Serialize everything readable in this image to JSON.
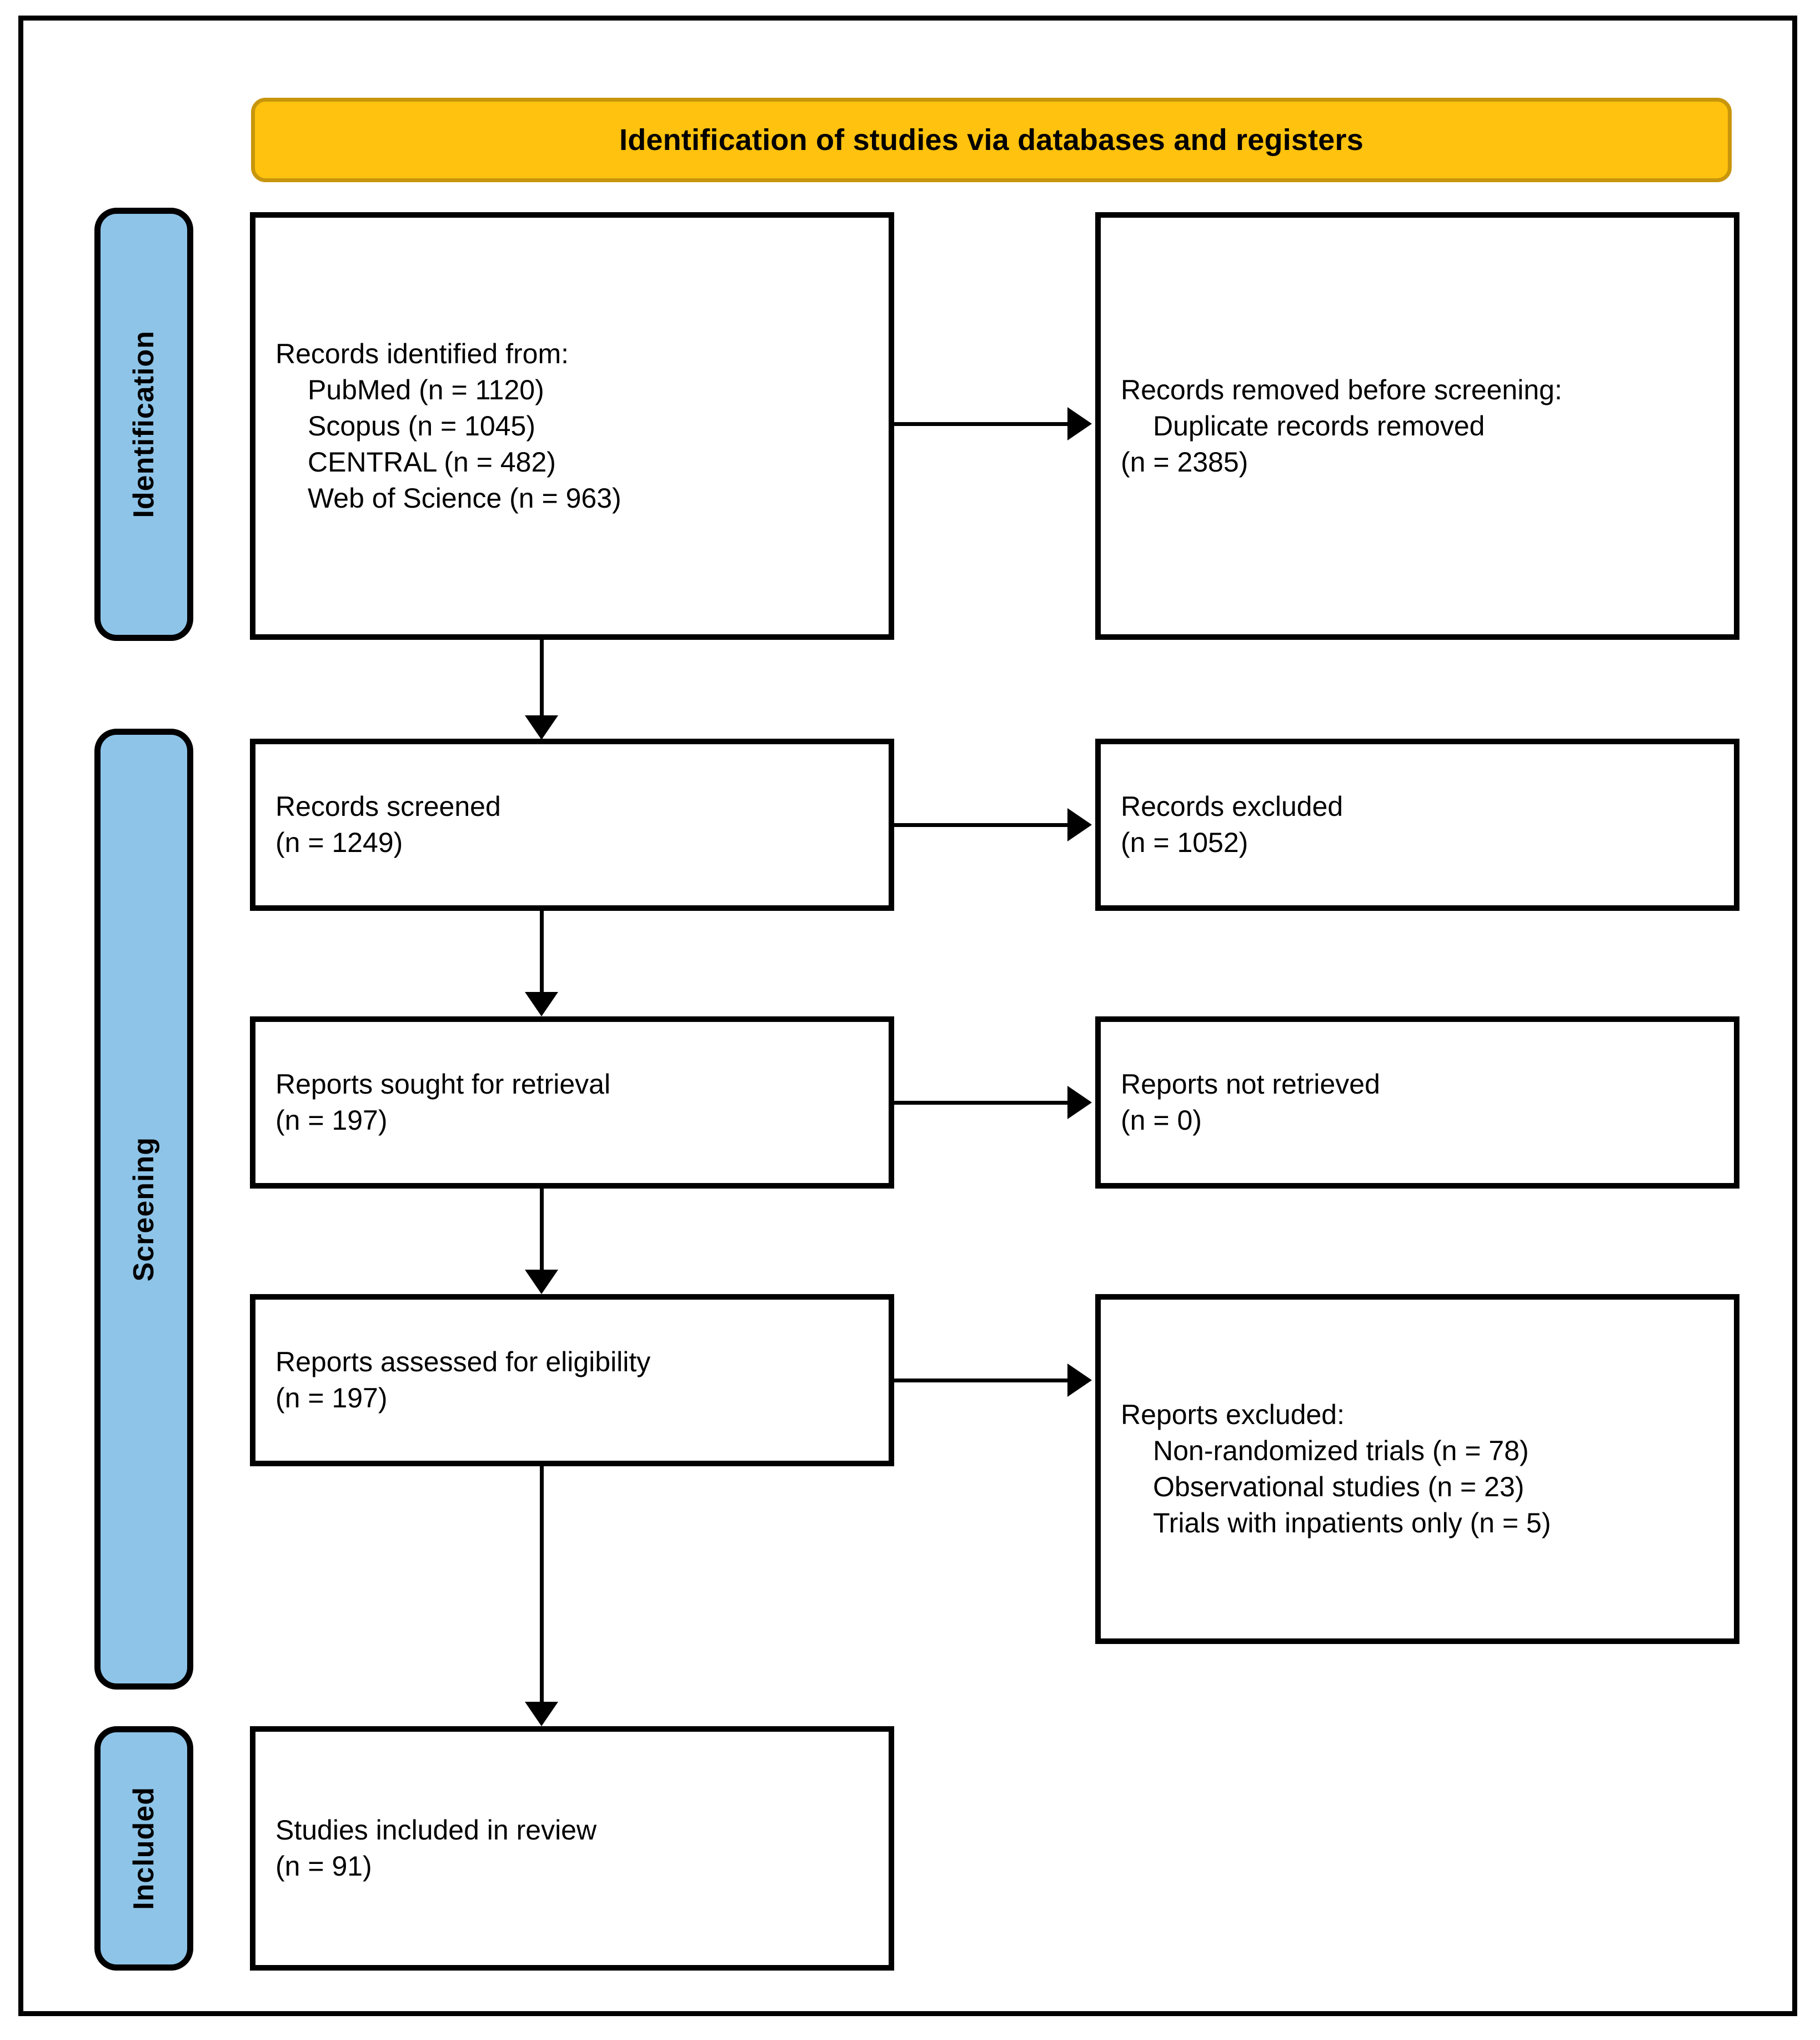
{
  "diagram": {
    "type": "prisma-flow-diagram",
    "header": {
      "title": "Identification of studies via databases and registers",
      "background_color": "#FFC20E",
      "border_color": "#C8960C"
    },
    "stages": [
      {
        "id": "identification",
        "label": "Identification",
        "background_color": "#8EC4E8"
      },
      {
        "id": "screening",
        "label": "Screening",
        "background_color": "#8EC4E8"
      },
      {
        "id": "included",
        "label": "Included",
        "background_color": "#8EC4E8"
      }
    ],
    "boxes": {
      "identified": {
        "lines": [
          "Records identified from:",
          "PubMed (n = 1120)",
          "Scopus (n = 1045)",
          "CENTRAL (n = 482)",
          "Web of Science (n = 963)"
        ]
      },
      "removed": {
        "line_1a": "Records removed ",
        "line_1b": "before screening",
        "line_1c": ":",
        "line_2": "Duplicate records removed",
        "line_3": "(n = 2385)"
      },
      "screened": {
        "line_1": "Records screened",
        "line_2": "(n = 1249)"
      },
      "excluded": {
        "line_1": "Records excluded",
        "line_2": "(n = 1052)"
      },
      "sought": {
        "line_1": "Reports sought for retrieval",
        "line_2": "(n = 197)"
      },
      "not_retrieved": {
        "line_1": "Reports not retrieved",
        "line_2": "(n = 0)"
      },
      "assessed": {
        "line_1": "Reports assessed for eligibility",
        "line_2": "(n = 197)"
      },
      "reports_excluded": {
        "line_1": "Reports excluded:",
        "line_2": "Non-randomized trials (n = 78)",
        "line_3": "Observational studies (n = 23)",
        "line_4": "Trials with inpatients only (n = 5)"
      },
      "included": {
        "line_1": "Studies included in review",
        "line_2": "(n = 91)"
      }
    },
    "counts": {
      "pubmed": 1120,
      "scopus": 1045,
      "central": 482,
      "web_of_science": 963,
      "duplicates_removed": 2385,
      "records_screened": 1249,
      "records_excluded": 1052,
      "reports_sought": 197,
      "reports_not_retrieved": 0,
      "reports_assessed": 197,
      "excluded_non_randomized": 78,
      "excluded_observational": 23,
      "excluded_inpatients_only": 5,
      "studies_included": 91
    }
  }
}
